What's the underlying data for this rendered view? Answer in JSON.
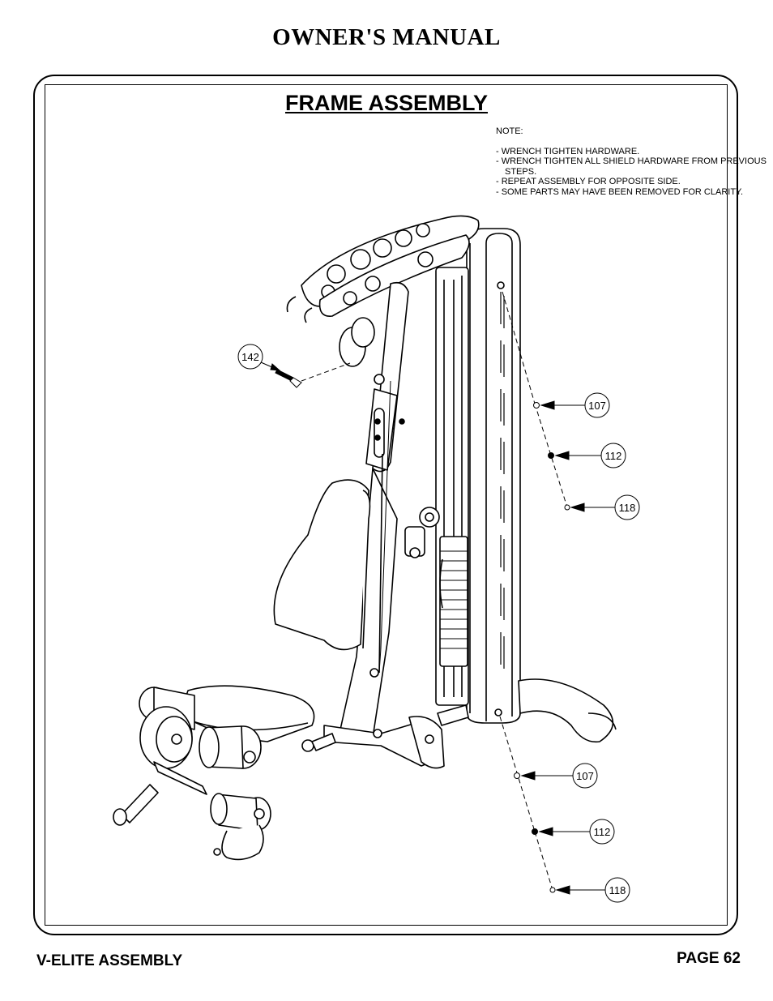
{
  "header": {
    "title": "OWNER'S MANUAL"
  },
  "section": {
    "title": "FRAME ASSEMBLY"
  },
  "notes": {
    "heading": "NOTE:",
    "items": [
      "-  WRENCH TIGHTEN HARDWARE.",
      "-  WRENCH TIGHTEN ALL SHIELD HARDWARE FROM  PREVIOUS STEPS.",
      "-  REPEAT ASSEMBLY FOR OPPOSITE SIDE.",
      "-  SOME PARTS MAY HAVE BEEN REMOVED FOR CLARITY."
    ]
  },
  "callouts": {
    "c142": "142",
    "c107_top": "107",
    "c112_top": "112",
    "c118_top": "118",
    "c107_bottom": "107",
    "c112_bottom": "112",
    "c118_bottom": "118"
  },
  "footer": {
    "left": "V-ELITE ASSEMBLY",
    "right": "PAGE 62"
  }
}
